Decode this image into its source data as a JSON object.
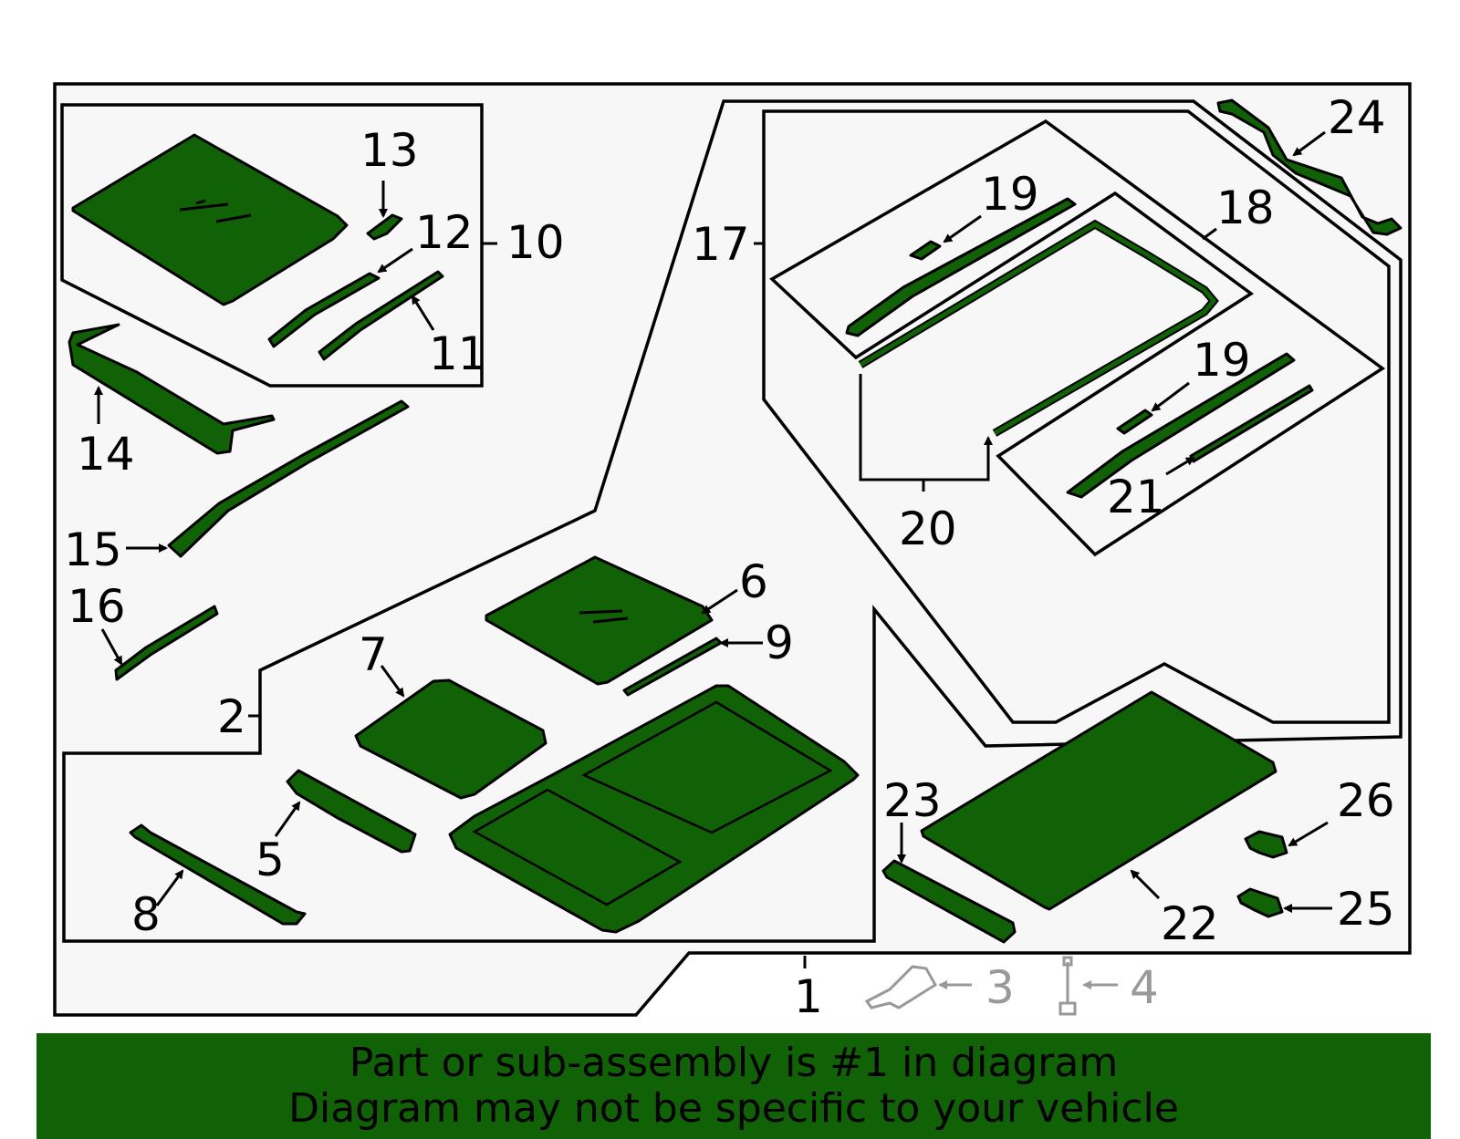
{
  "colors": {
    "part_fill": "#116106",
    "panel_background": "#f7f7f7",
    "banner_background": "#116106",
    "outline": "#000000",
    "optional_parts": "#999999"
  },
  "callouts": {
    "c1": "1",
    "c2": "2",
    "c3": "3",
    "c4": "4",
    "c5": "5",
    "c6": "6",
    "c7": "7",
    "c8": "8",
    "c9": "9",
    "c10": "10",
    "c11": "11",
    "c12": "12",
    "c13": "13",
    "c14": "14",
    "c15": "15",
    "c16": "16",
    "c17": "17",
    "c18": "18",
    "c19a": "19",
    "c19b": "19",
    "c20": "20",
    "c21": "21",
    "c22": "22",
    "c23": "23",
    "c24": "24",
    "c25": "25",
    "c26": "26"
  },
  "banner": {
    "line1": "Part or sub-assembly is #1 in diagram",
    "line2": "Diagram may not be specific to your vehicle"
  }
}
